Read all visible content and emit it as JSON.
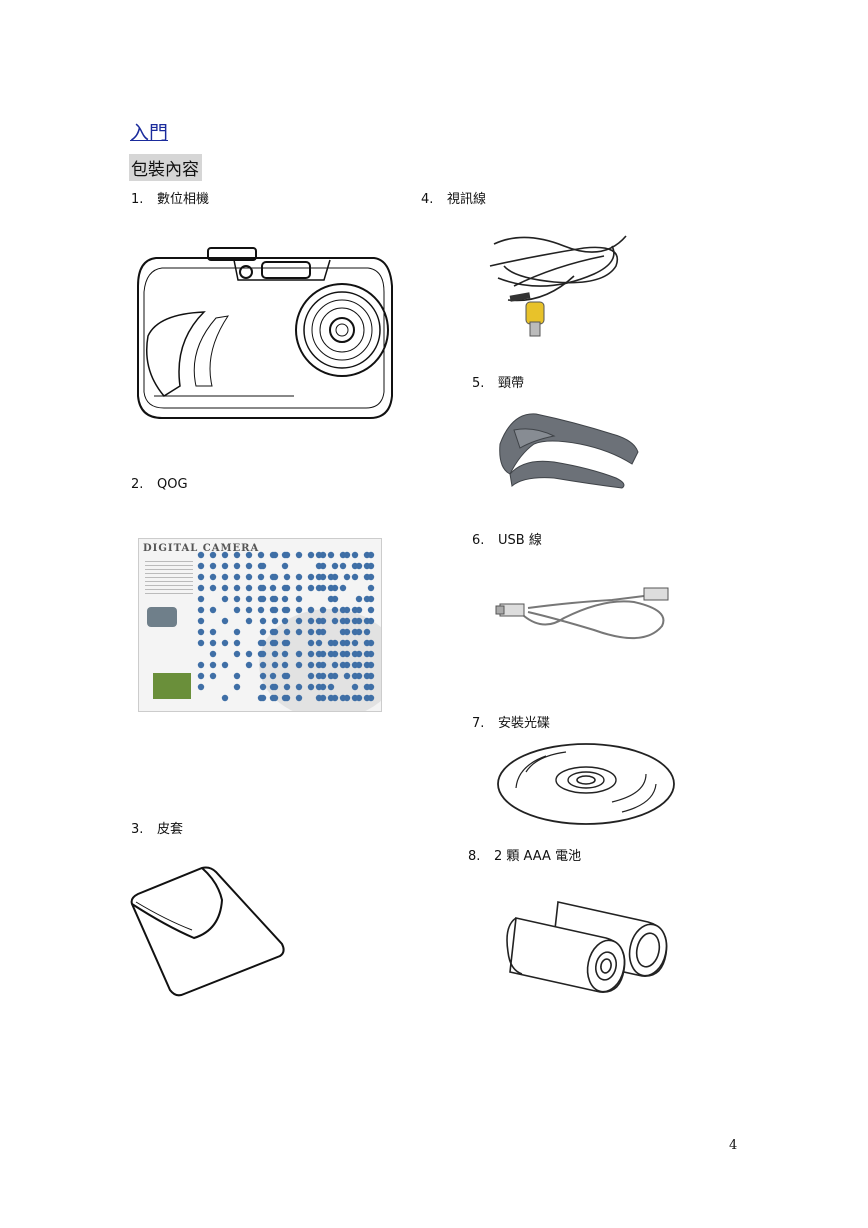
{
  "heading": "入門",
  "subheading": "包裝內容",
  "items": [
    {
      "num": "1.",
      "label": "數位相機"
    },
    {
      "num": "2.",
      "label": "QOG"
    },
    {
      "num": "3.",
      "label": "皮套"
    },
    {
      "num": "4.",
      "label": "視訊線"
    },
    {
      "num": "5.",
      "label": "頸帶"
    },
    {
      "num": "6.",
      "label": "USB  線"
    },
    {
      "num": "7.",
      "label": "安裝光碟"
    },
    {
      "num": "8.",
      "label": "2 顆 AAA 電池"
    }
  ],
  "qog_card": {
    "title": "DIGITAL CAMERA"
  },
  "page_number": "4"
}
